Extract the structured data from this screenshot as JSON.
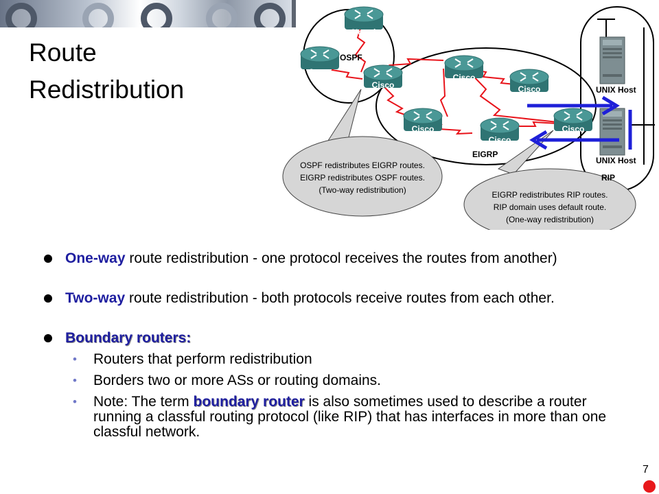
{
  "slide": {
    "title_line1": "Route",
    "title_line2": "Redistribution",
    "page_number": "7"
  },
  "diagram": {
    "routers": {
      "nortel": "Nortel",
      "threecom": "3com",
      "cisco": "Cisco"
    },
    "domains": {
      "ospf": "OSPF",
      "eigrp": "EIGRP",
      "rip": "RIP"
    },
    "hosts": {
      "unix_host_top": "UNIX Host",
      "unix_host_bottom": "UNIX Host"
    },
    "callout_left": {
      "line1": "OSPF redistributes EIGRP routes.",
      "line2": "EIGRP redistributes OSPF routes.",
      "line3": "(Two-way redistribution)"
    },
    "callout_right": {
      "line1": "EIGRP redistributes RIP routes.",
      "line2": "RIP domain uses default route.",
      "line3": "(One-way redistribution)"
    },
    "colors": {
      "arrow": "#1e20d8",
      "router": "#3d8a88",
      "link": "#e8141b",
      "callout": "#d6d6d6"
    }
  },
  "bullets": [
    {
      "keyword": "One-way",
      "rest": " route redistribution - one protocol receives the routes from another)"
    },
    {
      "keyword": "Two-way",
      "rest": " route redistribution - both protocols receive routes from each other."
    },
    {
      "keyword": "Boundary routers:",
      "rest": ""
    }
  ],
  "subbullets": [
    {
      "text": "Routers that perform redistribution"
    },
    {
      "text": "Borders two or more ASs or routing domains."
    },
    {
      "pre": "Note: The term ",
      "keyword": "boundary router",
      "post": " is also sometimes used to describe a router running a classful routing protocol (like RIP) that has interfaces in more than one classful network."
    }
  ]
}
